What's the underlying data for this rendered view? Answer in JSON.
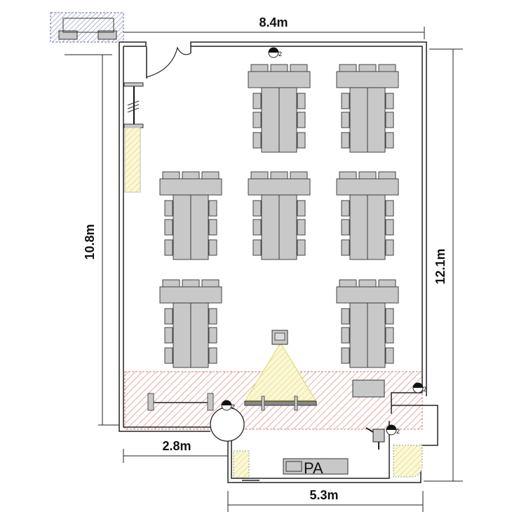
{
  "dimensions": {
    "top_width": "8.4m",
    "left_height": "10.8m",
    "right_height": "12.1m",
    "lower_left_width": "2.8m",
    "bottom_width": "5.3m"
  },
  "equipment": {
    "pa_label": "PA",
    "outlet_label": "2"
  },
  "colors": {
    "wall": "#222222",
    "furniture": "#c8c8c8",
    "stage_hatch": "#d77a7a",
    "yellow_hatch": "#e8e070"
  }
}
